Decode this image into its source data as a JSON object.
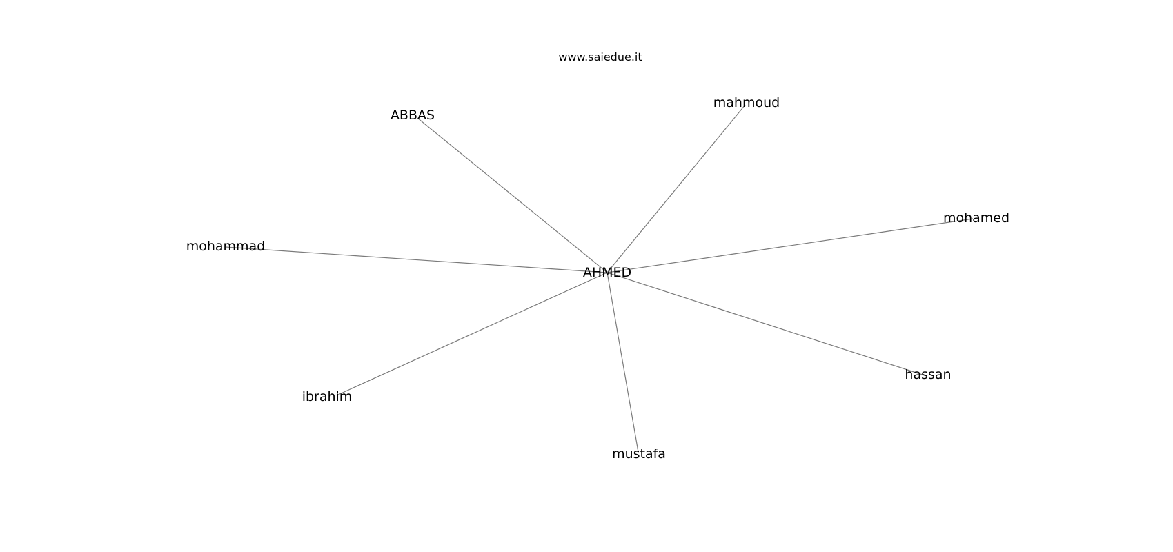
{
  "title": "www.saiedue.it",
  "graph": {
    "center": "AHMED",
    "nodes": [
      "ABBAS",
      "mahmoud",
      "mohamed",
      "mohammad",
      "hassan",
      "ibrahim",
      "mustafa"
    ]
  },
  "colors": {
    "edge": "#7a7a7a",
    "text": "#000000",
    "background": "#ffffff"
  }
}
